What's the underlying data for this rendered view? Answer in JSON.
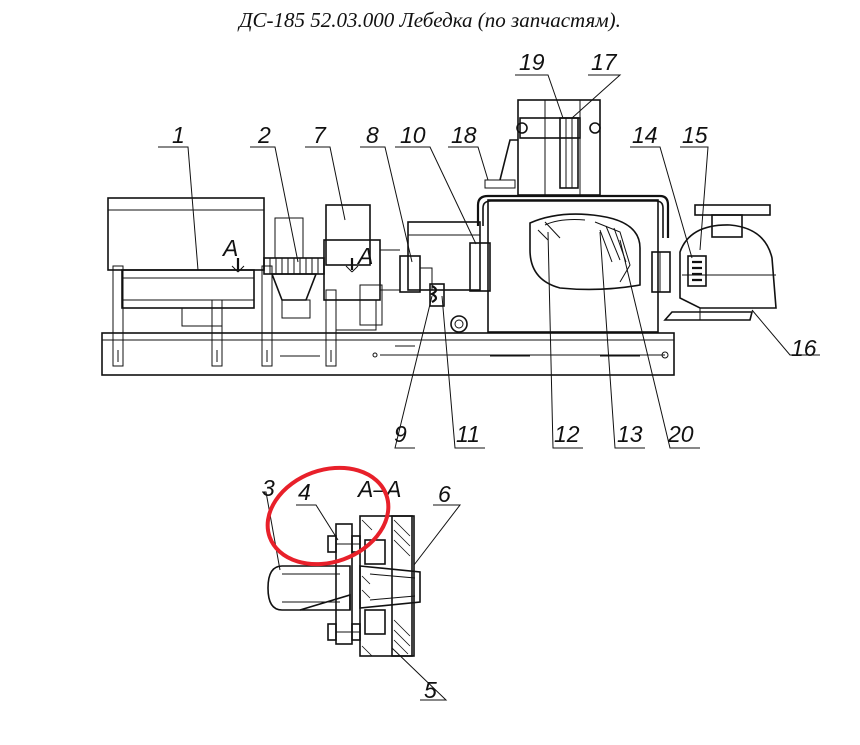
{
  "title": "ДС-185 52.03.000  Лебедка (по запчастям).",
  "section_marker": "A",
  "section_title": "A–A",
  "labels": {
    "p1": "1",
    "p2": "2",
    "p3": "3",
    "p4": "4",
    "p5": "5",
    "p6": "6",
    "p7": "7",
    "p8": "8",
    "p9": "9",
    "p10": "10",
    "p11": "11",
    "p12": "12",
    "p13": "13",
    "p14": "14",
    "p15": "15",
    "p16": "16",
    "p17": "17",
    "p18": "18",
    "p19": "19",
    "p20": "20"
  },
  "highlight_color": "#e8202a"
}
